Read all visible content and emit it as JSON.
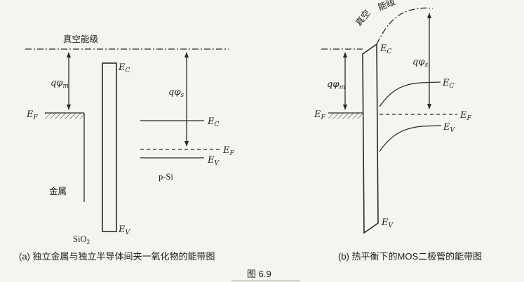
{
  "figure": {
    "caption": "图 6.9"
  },
  "colors": {
    "line": "#2b2a27",
    "background": "#f6f4ee"
  },
  "panel_a": {
    "caption": "(a) 独立金属与独立半导体间夹一氧化物的能带图",
    "vacuum_label": "真空能级",
    "metal_label": "金属",
    "semiconductor_label": "p-Si",
    "oxide_label": {
      "base": "SiO",
      "sub": "2"
    },
    "qphi_m": {
      "base": "qφ",
      "sub": "m"
    },
    "qphi_s": {
      "base": "qφ",
      "sub": "s"
    },
    "ec_oxide": {
      "base": "E",
      "sub": "C"
    },
    "ev_oxide": {
      "base": "E",
      "sub": "V"
    },
    "ef_metal": {
      "base": "E",
      "sub": "F"
    },
    "ec_semi": {
      "base": "E",
      "sub": "C"
    },
    "ef_semi": {
      "base": "E",
      "sub": "F"
    },
    "ev_semi": {
      "base": "E",
      "sub": "V"
    }
  },
  "panel_b": {
    "caption": "(b) 热平衡下的MOS二极管的能带图",
    "vacuum_label_part1": "真空",
    "vacuum_label_part2": "能级",
    "qphi_m": {
      "base": "qφ",
      "sub": "m"
    },
    "qphi_s": {
      "base": "qφ",
      "sub": "s"
    },
    "ec_oxide": {
      "base": "E",
      "sub": "C"
    },
    "ev_oxide": {
      "base": "E",
      "sub": "V"
    },
    "ef_metal": {
      "base": "E",
      "sub": "F"
    },
    "ec_semi": {
      "base": "E",
      "sub": "C"
    },
    "ef_semi": {
      "base": "E",
      "sub": "F"
    },
    "ev_semi": {
      "base": "E",
      "sub": "V"
    }
  }
}
